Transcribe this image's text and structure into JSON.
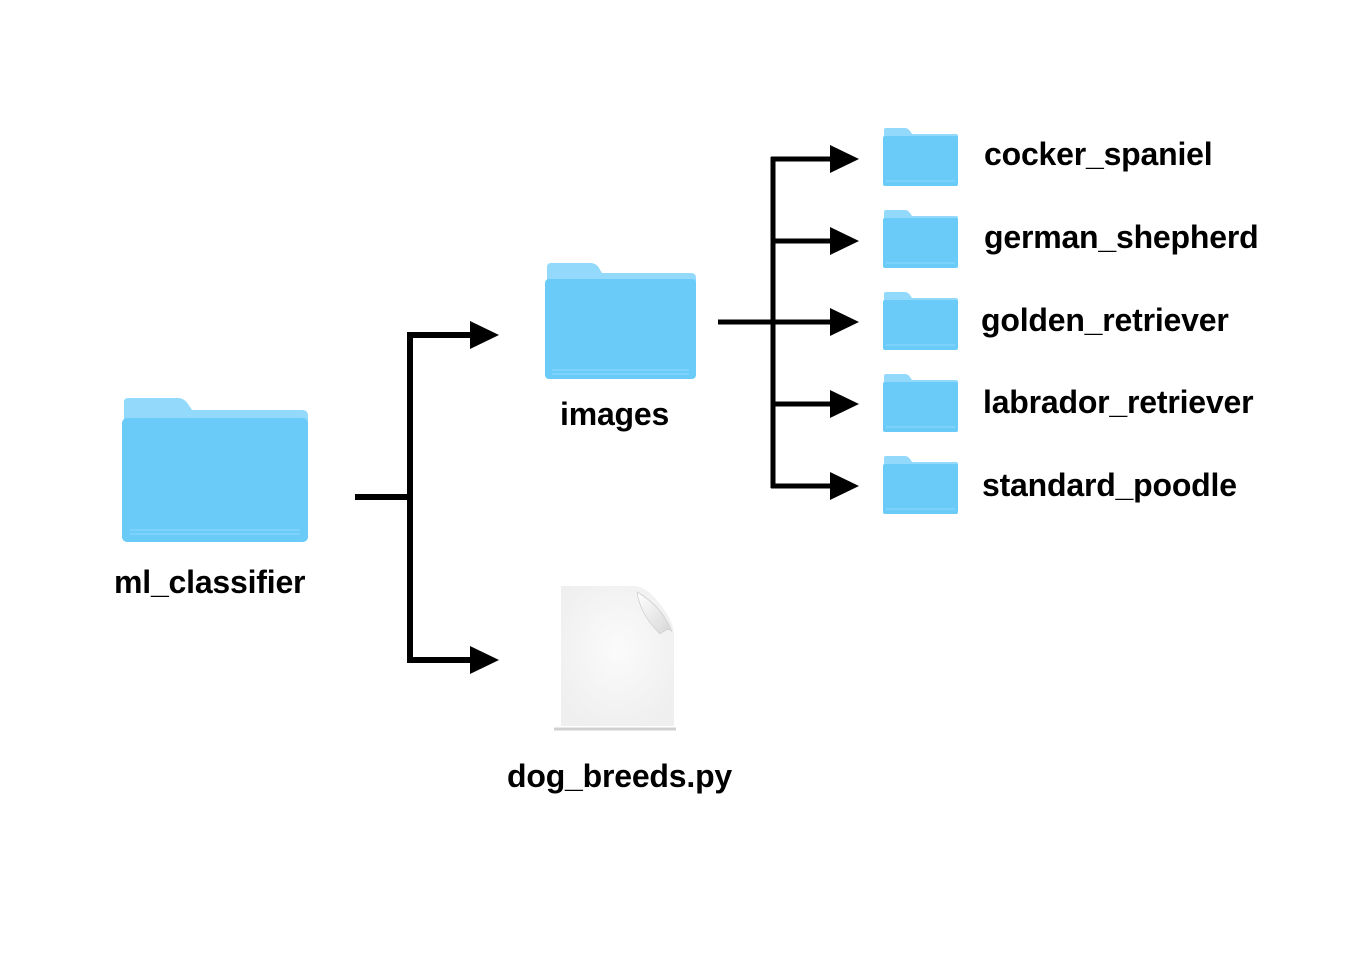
{
  "diagram": {
    "type": "directory-tree",
    "colors": {
      "folder_body": "#6acbf8",
      "folder_tab": "#93d9fb",
      "arrow": "#000000",
      "file_page": "#f4f4f4"
    },
    "root": {
      "name": "ml_classifier",
      "icon": "folder-icon"
    },
    "children": [
      {
        "name": "images",
        "icon": "folder-icon",
        "children": [
          {
            "name": "cocker_spaniel",
            "icon": "folder-icon"
          },
          {
            "name": "german_shepherd",
            "icon": "folder-icon"
          },
          {
            "name": "golden_retriever",
            "icon": "folder-icon"
          },
          {
            "name": "labrador_retriever",
            "icon": "folder-icon"
          },
          {
            "name": "standard_poodle",
            "icon": "folder-icon"
          }
        ]
      },
      {
        "name": "dog_breeds.py",
        "icon": "file-icon"
      }
    ]
  }
}
